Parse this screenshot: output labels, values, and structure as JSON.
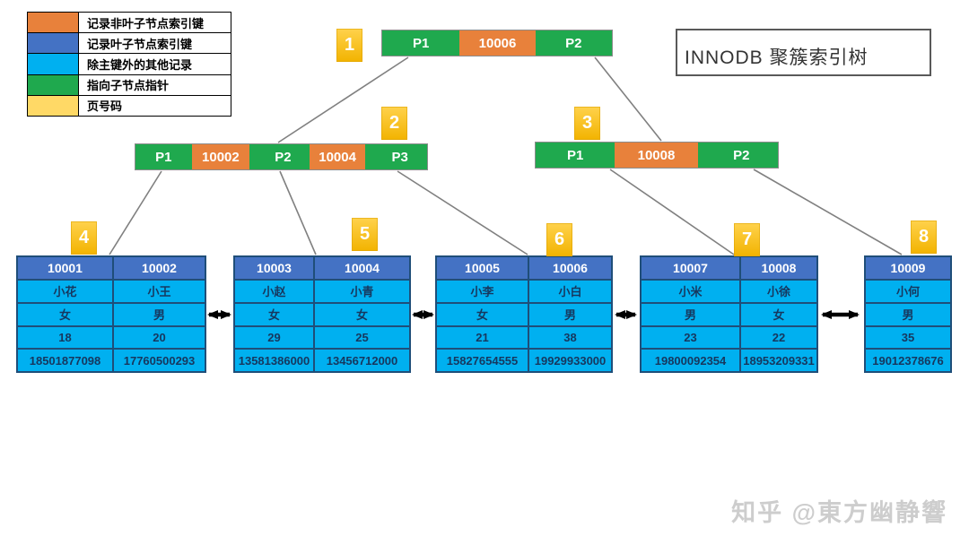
{
  "legend": {
    "items": [
      {
        "label": "记录非叶子节点索引键",
        "color": "#E8813B"
      },
      {
        "label": "记录叶子节点索引键",
        "color": "#4472C4"
      },
      {
        "label": "除主键外的其他记录",
        "color": "#00B0F0"
      },
      {
        "label": "指向子节点指针",
        "color": "#1FA94E"
      },
      {
        "label": "页号码",
        "color": "#FFD966"
      }
    ]
  },
  "title": {
    "text": "INNODB 聚簇索引树"
  },
  "watermark": {
    "text": "知乎 @東方幽静響"
  },
  "colors": {
    "non_leaf_key": "#E8813B",
    "leaf_key_header": "#4472C4",
    "record_cell": "#00B0F0",
    "pointer_cell": "#1FA94E",
    "page_badge": "#FFC222",
    "table_border": "#1F4E79",
    "connector_line": "#808080",
    "arrow": "#000000"
  },
  "internal_nodes": [
    {
      "page": "1",
      "cells": [
        {
          "type": "pointer",
          "text": "P1"
        },
        {
          "type": "key",
          "text": "10006"
        },
        {
          "type": "pointer",
          "text": "P2"
        }
      ]
    },
    {
      "page": "2",
      "cells": [
        {
          "type": "pointer",
          "text": "P1"
        },
        {
          "type": "key",
          "text": "10002"
        },
        {
          "type": "pointer",
          "text": "P2",
          "align": "left"
        },
        {
          "type": "key",
          "text": "10004"
        },
        {
          "type": "pointer",
          "text": "P3",
          "align": "left"
        }
      ]
    },
    {
      "page": "3",
      "cells": [
        {
          "type": "pointer",
          "text": "P1"
        },
        {
          "type": "key",
          "text": "10008"
        },
        {
          "type": "pointer",
          "text": "P2",
          "align": "left"
        }
      ]
    }
  ],
  "leaf_pages": [
    {
      "page": "4",
      "records": [
        {
          "key": "10001",
          "fields": [
            "小花",
            "女",
            "18",
            "18501877098"
          ]
        },
        {
          "key": "10002",
          "fields": [
            "小王",
            "男",
            "20",
            "17760500293"
          ]
        }
      ]
    },
    {
      "page": "5",
      "records": [
        {
          "key": "10003",
          "fields": [
            "小赵",
            "女",
            "29",
            "13581386000"
          ]
        },
        {
          "key": "10004",
          "fields": [
            "小青",
            "女",
            "25",
            "13456712000"
          ]
        }
      ]
    },
    {
      "page": "6",
      "records": [
        {
          "key": "10005",
          "fields": [
            "小李",
            "女",
            "21",
            "15827654555"
          ]
        },
        {
          "key": "10006",
          "fields": [
            "小白",
            "男",
            "38",
            "19929933000"
          ]
        }
      ]
    },
    {
      "page": "7",
      "records": [
        {
          "key": "10007",
          "fields": [
            "小米",
            "男",
            "23",
            "19800092354"
          ]
        },
        {
          "key": "10008",
          "fields": [
            "小徐",
            "女",
            "22",
            "18953209331"
          ]
        }
      ]
    },
    {
      "page": "8",
      "records": [
        {
          "key": "10009",
          "fields": [
            "小何",
            "男",
            "35",
            "19012378676"
          ]
        }
      ]
    }
  ]
}
